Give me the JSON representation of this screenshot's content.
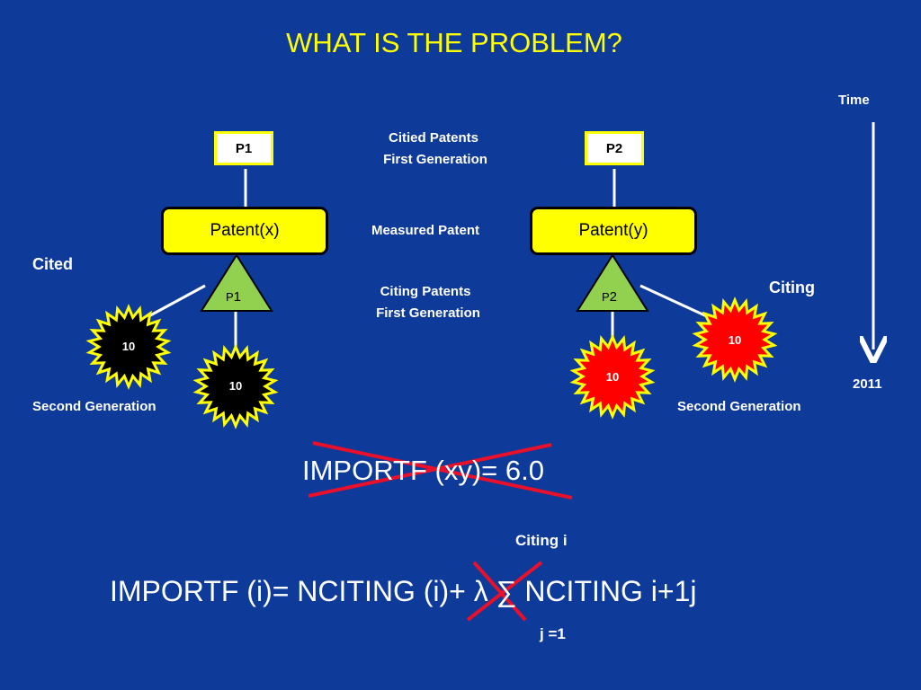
{
  "title": "WHAT IS THE  PROBLEM?",
  "time_axis": {
    "label": "Time",
    "end_label": "2011"
  },
  "center_labels": {
    "cited_line1": "Citied  Patents",
    "cited_line2": "First Generation",
    "measured": "Measured Patent",
    "citing_line1": "Citing Patents",
    "citing_line2": "First Generation"
  },
  "left_tree": {
    "top_box": "P1",
    "patent": "Patent(x)",
    "side_label": "Cited",
    "triangle_prefix": "P",
    "triangle_number": "1",
    "burst_a": "10",
    "burst_b": "10",
    "generation_label": "Second Generation"
  },
  "right_tree": {
    "top_box": "P2",
    "patent": "Patent(y)",
    "side_label": "Citing",
    "triangle_prefix": "P",
    "triangle_number": "2",
    "burst_a": "10",
    "burst_b": "10",
    "generation_label": "Second Generation"
  },
  "formula_crossed": "IMPORTF (xy)= 6.0",
  "formula_main": "IMPORTF (i)= NCITING (i)+ λ  ∑ NCITING i+1j",
  "sum_upper": "Citing i",
  "sum_lower": "j =1",
  "colors": {
    "background": "#0e3a9a",
    "title": "#ffff00",
    "patent_fill": "#ffff00",
    "triangle_fill": "#92d050",
    "burst_black": "#000000",
    "burst_red": "#ff0000",
    "burst_rim": "#ffff00",
    "cross": "#e8102a"
  }
}
